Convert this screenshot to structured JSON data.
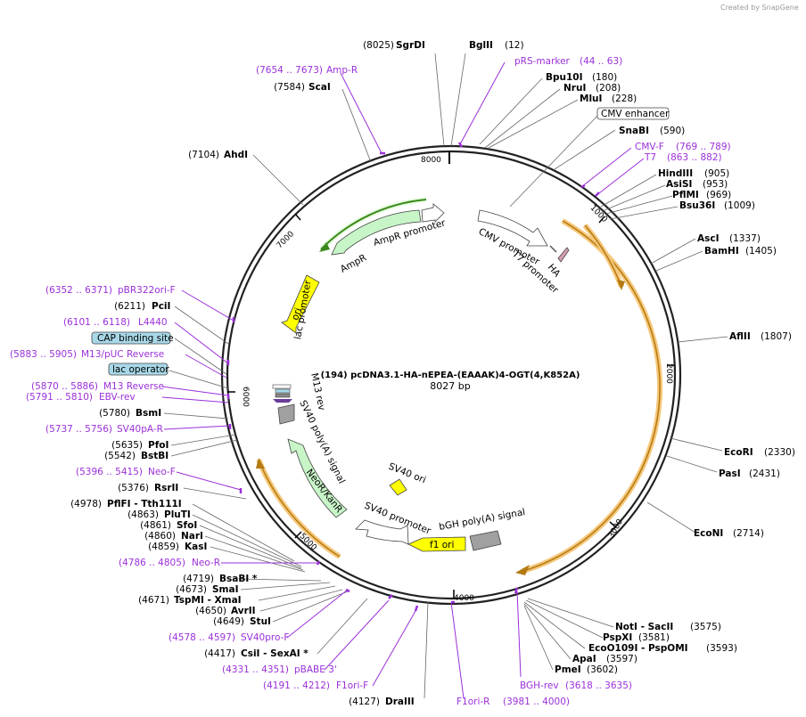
{
  "branding": "Created by SnapGene",
  "plasmid": {
    "name": "(194) pcDNA3.1-HA-nEPEA-(EAAAK)4-OGT(4,K852A)",
    "size": "8027 bp"
  },
  "ruler": [
    "8000",
    "1000",
    "2000",
    "3000",
    "4000",
    "5000",
    "6000",
    "7000"
  ],
  "sites_left": [
    {
      "pos": "(8025)",
      "name": "SgrDI"
    },
    {
      "pos": "(7654 .. 7673)",
      "name": "Amp-R"
    },
    {
      "pos": "(7584)",
      "name": "ScaI"
    },
    {
      "pos": "(7104)",
      "name": "AhdI"
    },
    {
      "pos": "(6352 .. 6371)",
      "name": "pBR322ori-F"
    },
    {
      "pos": "(6211)",
      "name": "PciI"
    },
    {
      "pos": "(6101 .. 6118)",
      "name": "L4440"
    },
    {
      "pos": "",
      "name": "CAP binding site"
    },
    {
      "pos": "(5883 .. 5905)",
      "name": "M13/pUC Reverse"
    },
    {
      "pos": "",
      "name": "lac operator"
    },
    {
      "pos": "(5870 .. 5886)",
      "name": "M13 Reverse"
    },
    {
      "pos": "(5791 .. 5810)",
      "name": "EBV-rev"
    },
    {
      "pos": "(5780)",
      "name": "BsmI"
    },
    {
      "pos": "(5737 .. 5756)",
      "name": "SV40pA-R"
    },
    {
      "pos": "(5635)",
      "name": "PfoI"
    },
    {
      "pos": "(5542)",
      "name": "BstBI"
    },
    {
      "pos": "(5396 .. 5415)",
      "name": "Neo-F"
    },
    {
      "pos": "(5376)",
      "name": "RsrII"
    },
    {
      "pos": "(4978)",
      "name": "PflFI  - Tth111I"
    },
    {
      "pos": "(4863)",
      "name": "PluTI"
    },
    {
      "pos": "(4861)",
      "name": "SfoI"
    },
    {
      "pos": "(4860)",
      "name": "NarI"
    },
    {
      "pos": "(4859)",
      "name": "KasI"
    },
    {
      "pos": "(4786 .. 4805)",
      "name": "Neo-R"
    },
    {
      "pos": "(4719)",
      "name": "BsaBI *"
    },
    {
      "pos": "(4673)",
      "name": "SmaI"
    },
    {
      "pos": "(4671)",
      "name": "TspMI   - XmaI"
    },
    {
      "pos": "(4650)",
      "name": "AvrII"
    },
    {
      "pos": "(4649)",
      "name": "StuI"
    },
    {
      "pos": "(4578 .. 4597)",
      "name": "SV40pro-F"
    },
    {
      "pos": "(4417)",
      "name": "CsiI   - SexAI *"
    },
    {
      "pos": "(4331 .. 4351)",
      "name": "pBABE 3'"
    },
    {
      "pos": "(4191 .. 4212)",
      "name": "F1ori-F"
    },
    {
      "pos": "(4127)",
      "name": "DraIII"
    }
  ],
  "sites_right": [
    {
      "pos": "(12)",
      "name": "BglII"
    },
    {
      "pos": "(44 .. 63)",
      "name": "pRS-marker"
    },
    {
      "pos": "(180)",
      "name": "Bpu10I"
    },
    {
      "pos": "(208)",
      "name": "NruI"
    },
    {
      "pos": "(228)",
      "name": "MluI"
    },
    {
      "pos": "",
      "name": "CMV enhancer"
    },
    {
      "pos": "(590)",
      "name": "SnaBI"
    },
    {
      "pos": "(769 .. 789)",
      "name": "CMV-F"
    },
    {
      "pos": "(863 .. 882)",
      "name": "T7"
    },
    {
      "pos": "(905)",
      "name": "HindIII"
    },
    {
      "pos": "(953)",
      "name": "AsiSI"
    },
    {
      "pos": "(969)",
      "name": "PflMI"
    },
    {
      "pos": "(1009)",
      "name": "Bsu36I"
    },
    {
      "pos": "(1337)",
      "name": "AscI"
    },
    {
      "pos": "(1405)",
      "name": "BamHI"
    },
    {
      "pos": "(1807)",
      "name": "AflII"
    },
    {
      "pos": "(2330)",
      "name": "EcoRI"
    },
    {
      "pos": "(2431)",
      "name": "PasI"
    },
    {
      "pos": "(2714)",
      "name": "EcoNI"
    },
    {
      "pos": "(3575)",
      "name": "NotI   - SacII"
    },
    {
      "pos": "(3581)",
      "name": "PspXI"
    },
    {
      "pos": "(3593)",
      "name": "EcoO109I  - PspOMI"
    },
    {
      "pos": "(3597)",
      "name": "ApaI"
    },
    {
      "pos": "(3602)",
      "name": "PmeI"
    },
    {
      "pos": "(3618 .. 3635)",
      "name": "BGH-rev"
    },
    {
      "pos": "(3981 .. 4000)",
      "name": "F1ori-R"
    }
  ],
  "features": {
    "ampr_promoter": "AmpR promoter",
    "ampr": "AmpR",
    "ori": "ori",
    "cmv_promoter": "CMV promoter",
    "t7_promoter": "T7 promoter",
    "ha": "HA",
    "lac_promoter": "lac promoter",
    "m13_rev": "M13 rev",
    "sv40_polya": "SV40 poly(A) signal",
    "neor": "NeoR/KanR",
    "sv40_ori": "SV40 ori",
    "sv40_promoter": "SV40 promoter",
    "bgh_polya": "bGH poly(A) signal",
    "f1_ori": "f1 ori"
  },
  "colors": {
    "primer": "#9b30d9",
    "orf": "#f0a830",
    "promoter": "#ffffff",
    "ori": "#ffff00",
    "marker": "#c8f5c8",
    "polya": "#a0a0a0",
    "box": "#a8d8e8"
  }
}
